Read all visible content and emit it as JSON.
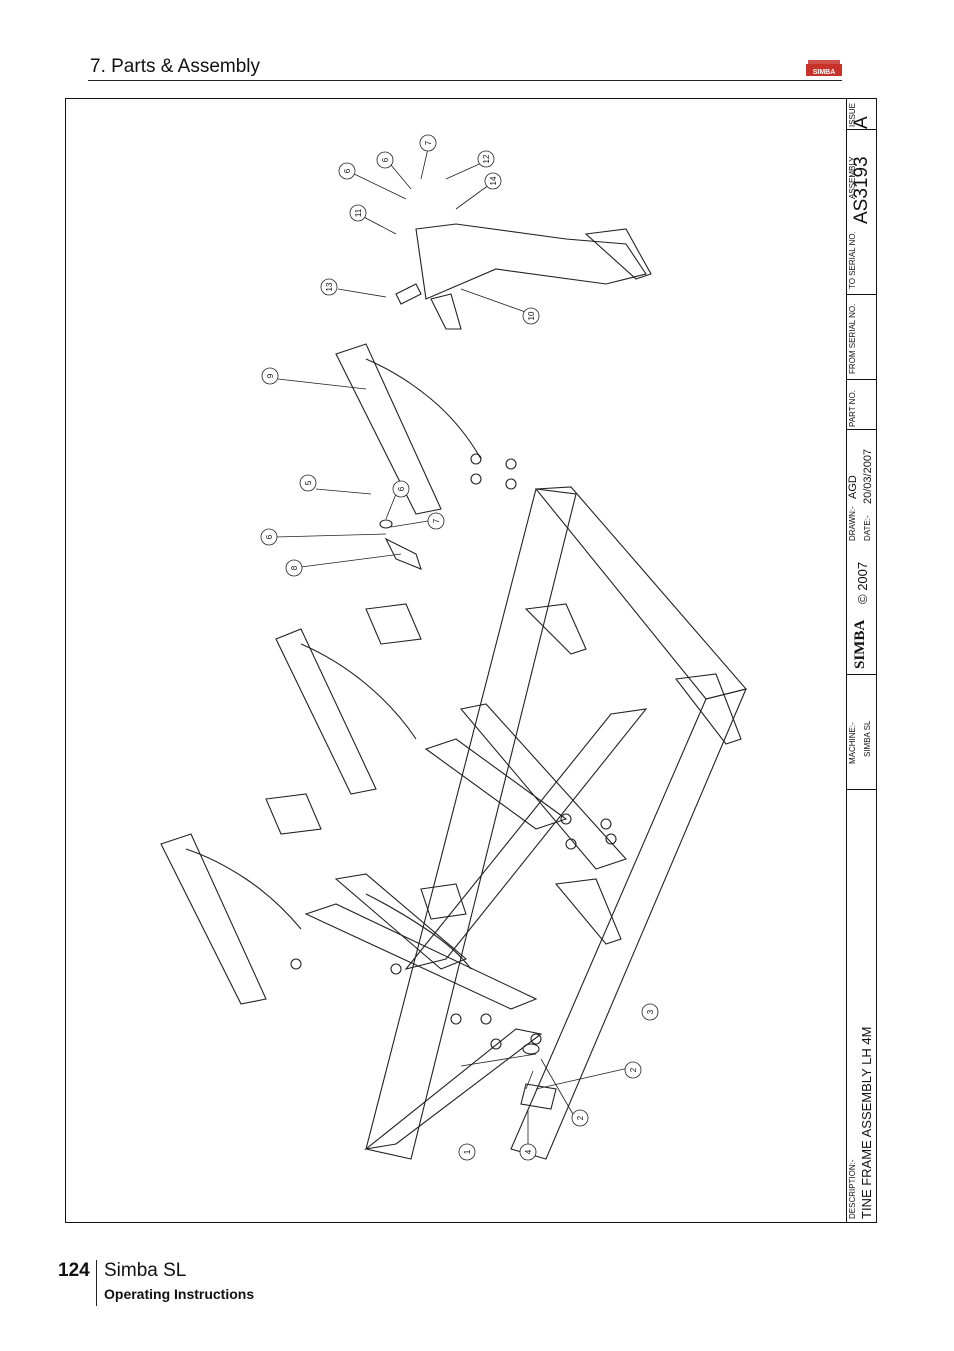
{
  "header": {
    "section_title": "7. Parts & Assembly",
    "logo_text": "SIMBA"
  },
  "title_block": {
    "issue_label": "ISSUE",
    "issue_value": "A",
    "assembly_label": "ASSEMBLY",
    "assembly_value": "AS3193",
    "to_serial_label": "TO SERIAL NO.",
    "from_serial_label": "FROM SERIAL NO.",
    "part_no_label": "PART NO.",
    "drawn_label": "DRAWN:-",
    "drawn_value": "AGD",
    "date_label": "DATE:-",
    "date_value": "20/03/2007",
    "copyright": "© 2007",
    "brand": "SIMBA",
    "machine_label": "MACHINE:-",
    "machine_value": "SIMBA SL",
    "description_label": "DESCRIPTION:-",
    "description_value": "TINE FRAME ASSEMBLY LH 4M"
  },
  "callouts": [
    "1",
    "2",
    "2",
    "3",
    "4",
    "5",
    "6",
    "6",
    "6",
    "6",
    "7",
    "7",
    "8",
    "9",
    "10",
    "11",
    "12",
    "13",
    "14"
  ],
  "footer": {
    "page_number": "124",
    "product": "Simba SL",
    "subtitle": "Operating Instructions"
  }
}
